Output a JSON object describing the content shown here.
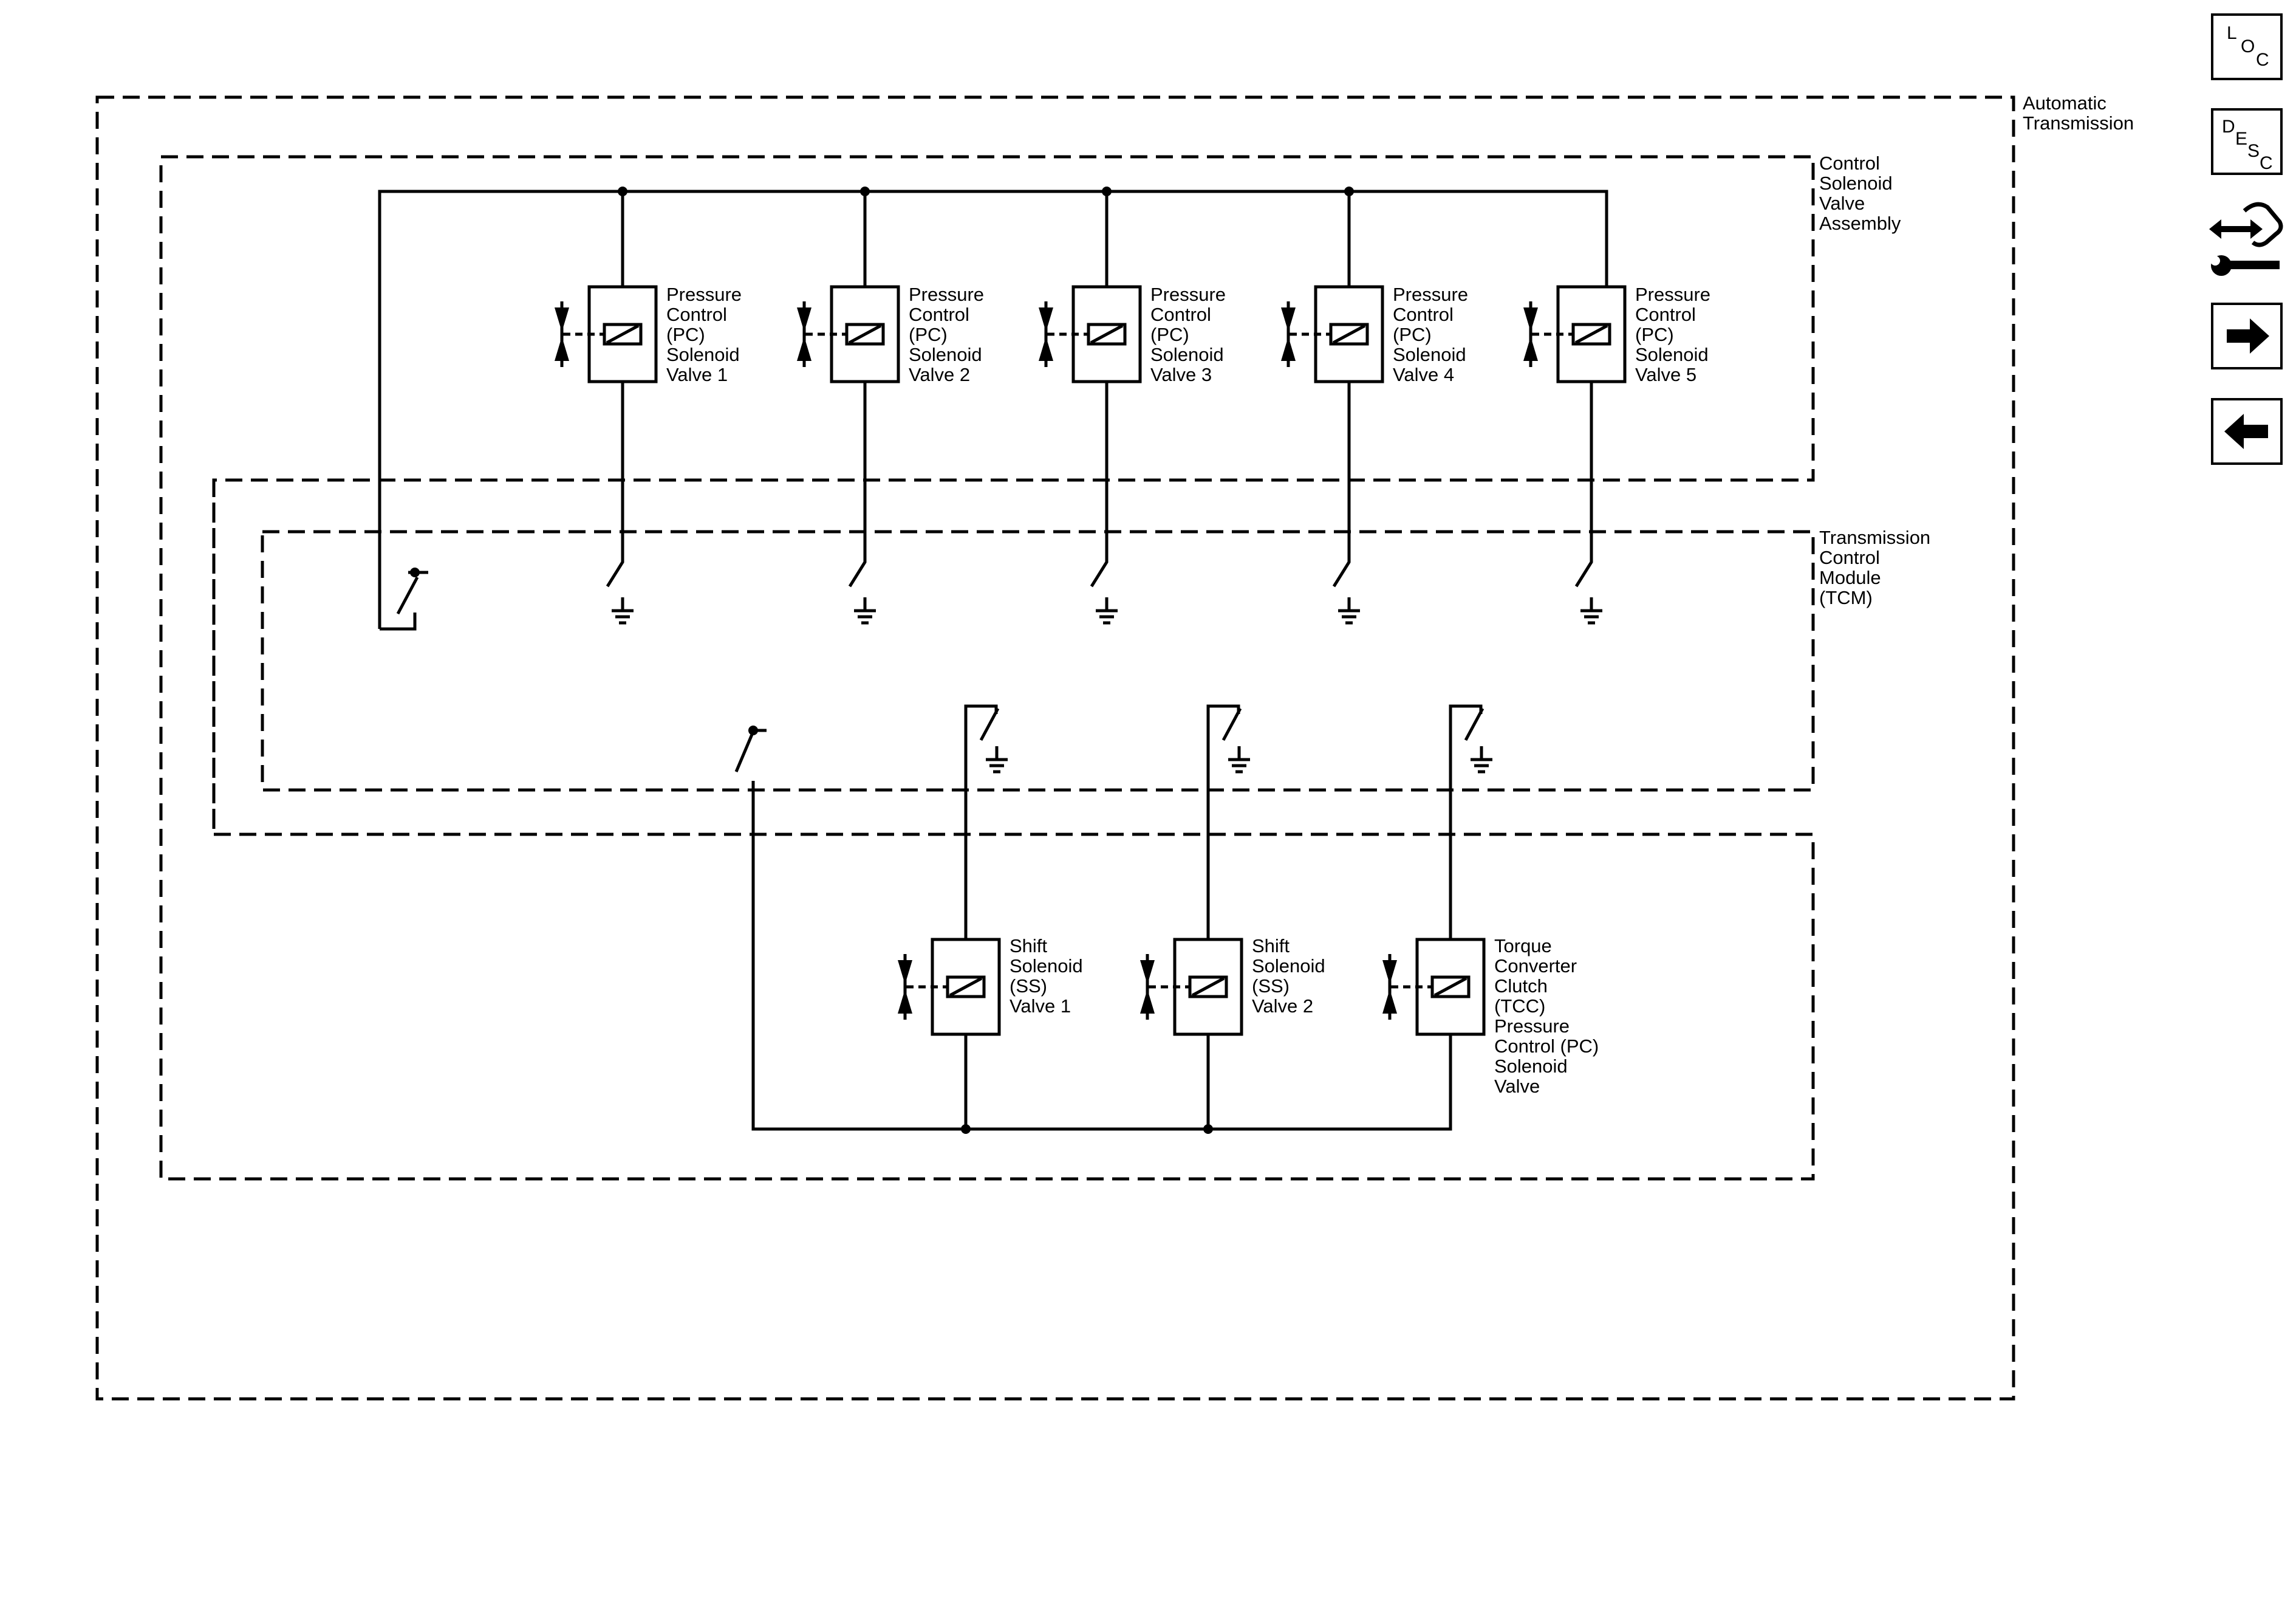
{
  "boundaries": {
    "automatic_transmission": [
      "Automatic",
      "Transmission"
    ],
    "control_solenoid_valve_assembly": [
      "Control",
      "Solenoid",
      "Valve",
      "Assembly"
    ],
    "transmission_control_module": [
      "Transmission",
      "Control",
      "Module",
      "(TCM)"
    ]
  },
  "pc_valves": [
    [
      "Pressure",
      "Control",
      "(PC)",
      "Solenoid",
      "Valve 1"
    ],
    [
      "Pressure",
      "Control",
      "(PC)",
      "Solenoid",
      "Valve 2"
    ],
    [
      "Pressure",
      "Control",
      "(PC)",
      "Solenoid",
      "Valve 3"
    ],
    [
      "Pressure",
      "Control",
      "(PC)",
      "Solenoid",
      "Valve 4"
    ],
    [
      "Pressure",
      "Control",
      "(PC)",
      "Solenoid",
      "Valve 5"
    ]
  ],
  "lower_valves": [
    [
      "Shift",
      "Solenoid",
      "(SS)",
      "Valve 1"
    ],
    [
      "Shift",
      "Solenoid",
      "(SS)",
      "Valve 2"
    ],
    [
      "Torque",
      "Converter",
      "Clutch",
      "(TCC)",
      "Pressure",
      "Control (PC)",
      "Solenoid",
      "Valve"
    ]
  ],
  "nav": {
    "loc": [
      "L",
      "O",
      "C"
    ],
    "desc": [
      "D",
      "E",
      "S",
      "C"
    ],
    "tool_icon": "connector-wrench-icon",
    "next_icon": "arrow-right-icon",
    "prev_icon": "arrow-left-icon"
  }
}
